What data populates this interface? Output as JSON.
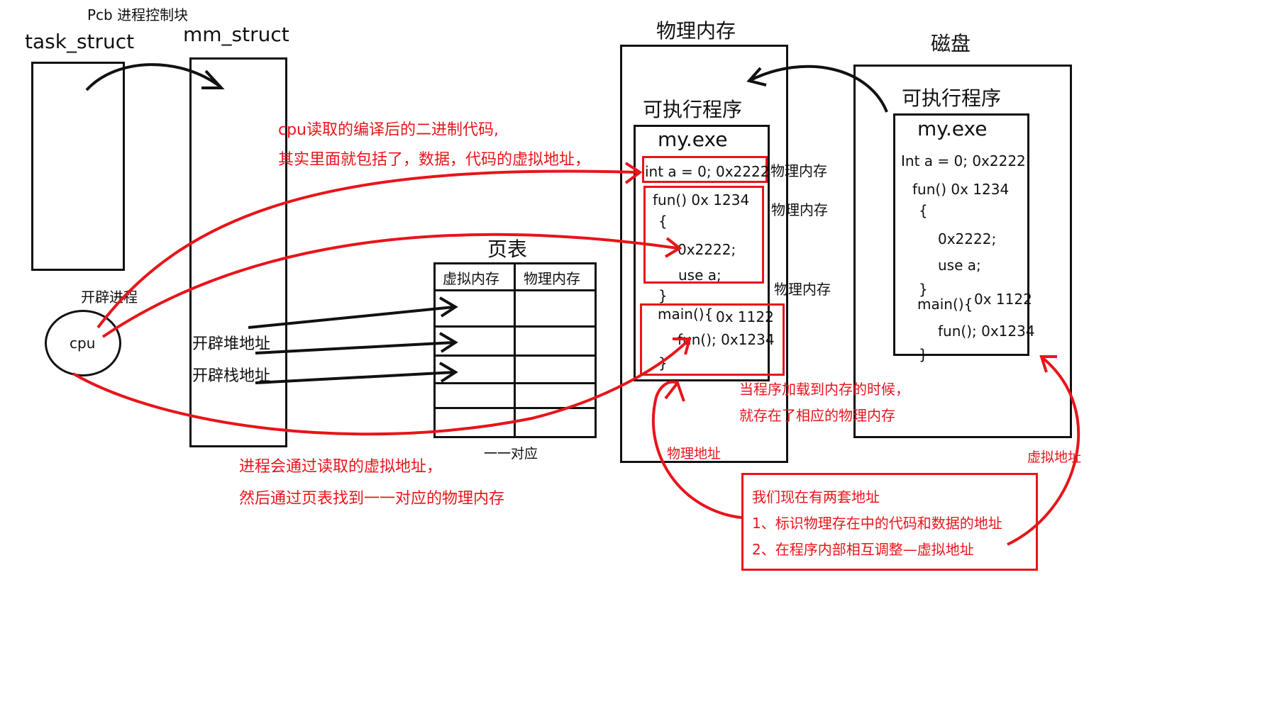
{
  "pcb": {
    "title": "Pcb 进程控制块",
    "task_struct": "task_struct",
    "mm_struct": "mm_struct",
    "open_process": "开辟进程",
    "cpu": "cpu",
    "open_heap": "开辟堆地址",
    "open_stack": "开辟栈地址"
  },
  "page_table": {
    "title": "页表",
    "col_virtual": "虚拟内存",
    "col_physical": "物理内存",
    "mapping": "一一对应"
  },
  "physical_memory": {
    "title": "物理内存",
    "exe_title": "可执行程序",
    "exe_name": "my.exe",
    "line_int": "int a = 0; 0x2222",
    "line_fun": "fun() 0x 1234",
    "line_brace_open": "{",
    "line_addr": "0x2222;",
    "line_use": "use a;",
    "line_brace_close": "}",
    "line_main": "main(){",
    "line_main_addr": "0x 1122",
    "line_fun_call": "fun(); 0x1234",
    "line_main_close": "}",
    "side_label_1": "物理内存",
    "side_label_2": "物理内存",
    "side_label_3": "物理内存"
  },
  "disk": {
    "title": "磁盘",
    "exe_title": "可执行程序",
    "exe_name": "my.exe",
    "line_int": "Int a = 0; 0x2222",
    "line_fun": "fun() 0x 1234",
    "line_brace_open": "{",
    "line_addr": "0x2222;",
    "line_use": "use a;",
    "line_brace_close": "}",
    "line_main": "main(){",
    "line_main_addr": "0x 1122",
    "line_fun_call": "fun(); 0x1234",
    "line_main_close": "}"
  },
  "annotations": {
    "cpu_read_1": "cpu读取的编译后的二进制代码,",
    "cpu_read_2": "其实里面就包括了，数据，代码的虚拟地址，",
    "process_read_1": "进程会通过读取的虚拟地址，",
    "process_read_2": "然后通过页表找到一一对应的物理内存",
    "load_1": "当程序加载到内存的时候，",
    "load_2": "就存在了相应的物理内存",
    "physical_address": "物理地址",
    "virtual_address": "虚拟地址",
    "summary_1": "我们现在有两套地址",
    "summary_2": "1、标识物理存在中的代码和数据的地址",
    "summary_3": "2、在程序内部相互调整—虚拟地址"
  },
  "colors": {
    "ink": "#111111",
    "accent": "#e8141a"
  }
}
